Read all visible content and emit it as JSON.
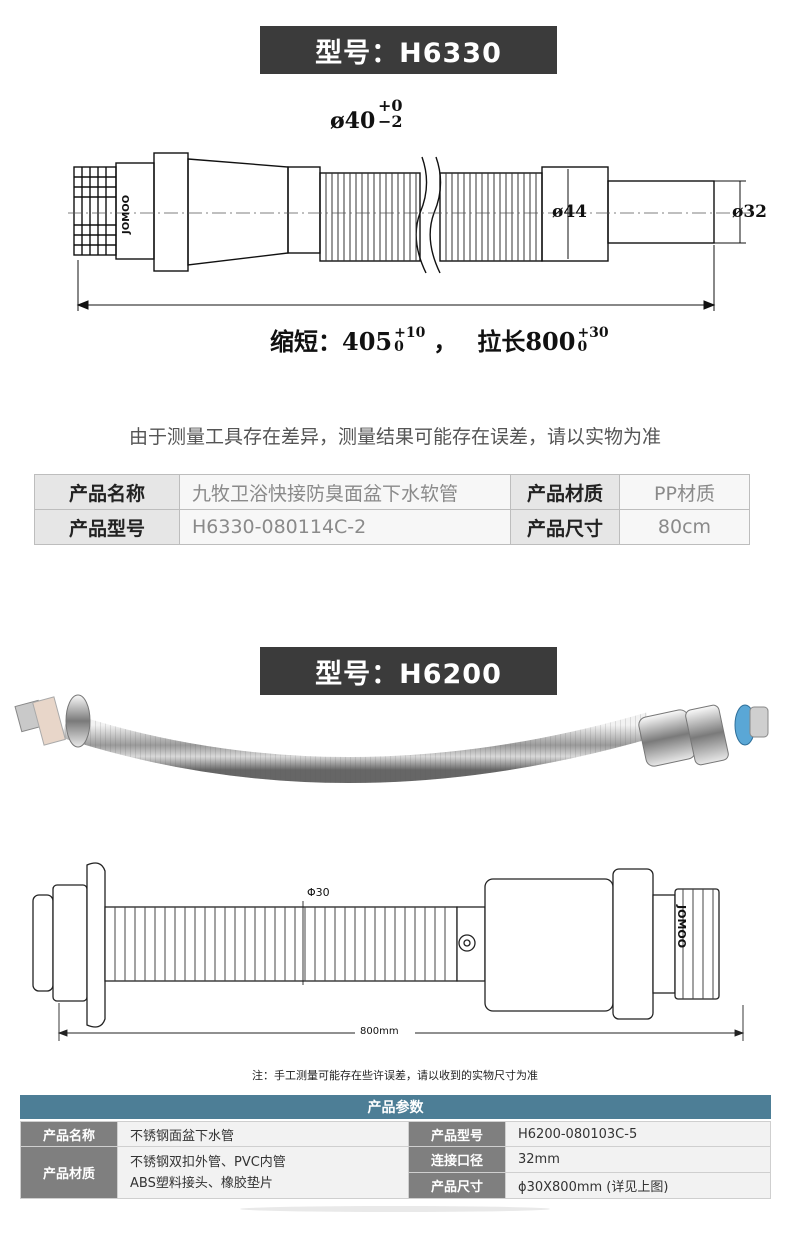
{
  "section1": {
    "title": "型号：H6330",
    "dims": {
      "inlet_dia": "ø40",
      "inlet_tol_up": "+0",
      "inlet_tol_down": "−2",
      "mid_dia": "ø44",
      "outlet_dia": "ø32",
      "length_label": "缩短：405",
      "short_tol_up": "+10",
      "short_tol_down": "0",
      "sep": "，",
      "long_label": "拉长800",
      "long_tol_up": "+30",
      "long_tol_down": "0",
      "brand": "JOMOO"
    },
    "note": "由于测量工具存在差异，测量结果可能存在误差，请以实物为准",
    "table": {
      "name_label": "产品名称",
      "name_value": "九牧卫浴快接防臭面盆下水软管",
      "material_label": "产品材质",
      "material_value": "PP材质",
      "model_label": "产品型号",
      "model_value": "H6330-080114C-2",
      "size_label": "产品尺寸",
      "size_value": "80cm"
    }
  },
  "section2": {
    "title": "型号：H6200",
    "dims": {
      "hose_dia": "Φ30",
      "length": "800mm",
      "brand": "JOMOO"
    },
    "note": "注：手工测量可能存在些许误差，请以收到的实物尺寸为准",
    "table": {
      "header": "产品参数",
      "name_label": "产品名称",
      "name_value": "不锈钢面盆下水管",
      "model_label": "产品型号",
      "model_value": "H6200-080103C-5",
      "material_label": "产品材质",
      "material_value_1": "不锈钢双扣外管、PVC内管",
      "material_value_2": "ABS塑料接头、橡胶垫片",
      "port_label": "连接口径",
      "port_value": "32mm",
      "size_label": "产品尺寸",
      "size_value": "ϕ30X800mm (详见上图)"
    }
  },
  "colors": {
    "title_bg": "#3b3b3b",
    "table_head": "#4d7e96",
    "label_gray": "#7f7f7f"
  }
}
